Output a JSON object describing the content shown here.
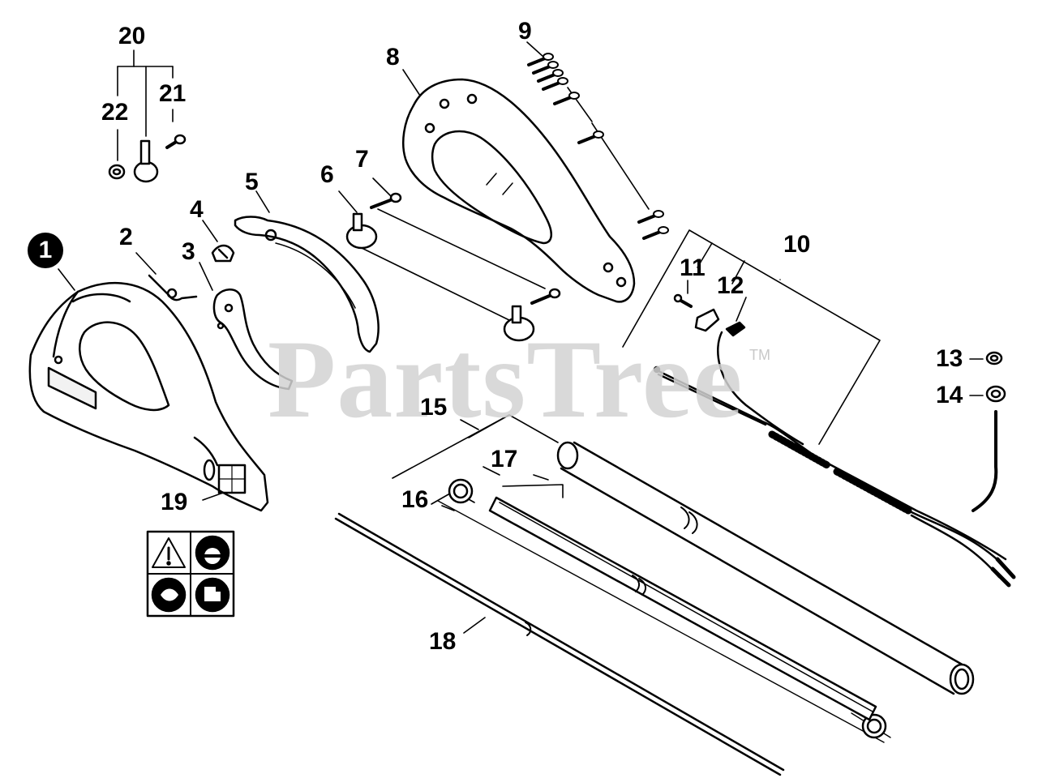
{
  "watermark": {
    "text": "PartsTree",
    "trademark": "TM"
  },
  "callouts": {
    "p1": "1",
    "p2": "2",
    "p3": "3",
    "p4": "4",
    "p5": "5",
    "p6": "6",
    "p7": "7",
    "p8": "8",
    "p9": "9",
    "p10": "10",
    "p11": "11",
    "p12": "12",
    "p13": "13",
    "p14": "14",
    "p15": "15",
    "p16": "16",
    "p17": "17",
    "p18": "18",
    "p19": "19",
    "p20": "20",
    "p21": "21",
    "p22": "22"
  },
  "decal_icons": [
    "warning-triangle-icon",
    "head-protection-icon",
    "hand-safety-icon",
    "manual-icon"
  ]
}
